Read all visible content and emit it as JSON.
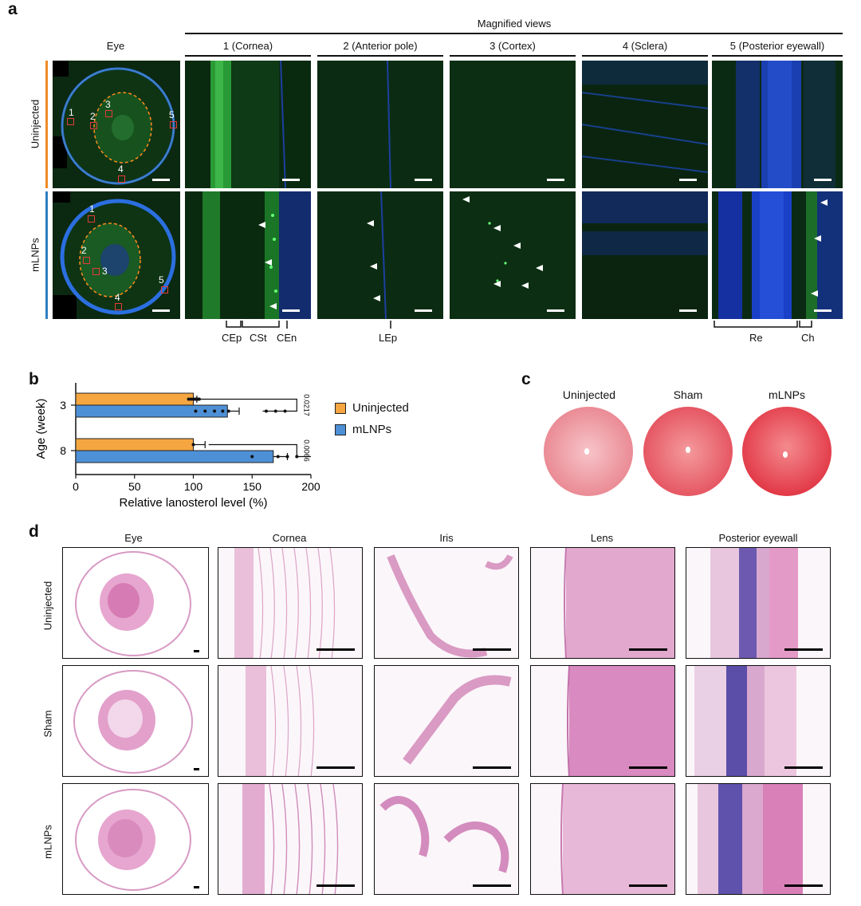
{
  "panel_labels": {
    "a": "a",
    "b": "b",
    "c": "c",
    "d": "d"
  },
  "a": {
    "magnified_title": "Magnified views",
    "columns": [
      "Eye",
      "1 (Cornea)",
      "2 (Anterior pole)",
      "3 (Cortex)",
      "4 (Sclera)",
      "5 (Posterior eyewall)"
    ],
    "rows": [
      "Uninjected",
      "mLNPs"
    ],
    "box_numbers": [
      "1",
      "2",
      "3",
      "4",
      "5"
    ],
    "annotations": [
      "CEp",
      "CSt",
      "CEn",
      "LEp",
      "Re",
      "Ch"
    ],
    "colors": {
      "uninjected": "#f08a24",
      "mlnps": "#2f7fc1",
      "fluor_green": "#1f8a2a",
      "dapi_blue": "#1a3fd0",
      "box_red": "#e23b3b"
    }
  },
  "b": {
    "legend": [
      "Uninjected",
      "mLNPs"
    ],
    "pvalues": [
      "0.0217",
      "0.0066"
    ]
  },
  "chart_data": {
    "type": "bar",
    "orientation": "horizontal",
    "categories": [
      "3",
      "8"
    ],
    "series": [
      {
        "name": "Uninjected",
        "values": [
          100,
          100
        ],
        "errors": [
          3,
          10
        ],
        "color": "#f5a640"
      },
      {
        "name": "mLNPs",
        "values": [
          129,
          168
        ],
        "errors": [
          10,
          12
        ],
        "color": "#4d90d6"
      }
    ],
    "points": {
      "Uninjected": [
        [
          96,
          98,
          100,
          101,
          102,
          103,
          104,
          105
        ],
        [
          100
        ]
      ],
      "mLNPs": [
        [
          102,
          110,
          118,
          125,
          130,
          162,
          170,
          178
        ],
        [
          150,
          172,
          180,
          188
        ]
      ]
    },
    "xlabel": "Relative lanosterol level (%)",
    "ylabel": "Age (week)",
    "xlim": [
      0,
      200
    ],
    "xticks": [
      "0",
      "50",
      "100",
      "150",
      "200"
    ],
    "legend_position": "right"
  },
  "c": {
    "labels": [
      "Uninjected",
      "Sham",
      "mLNPs"
    ]
  },
  "d": {
    "columns": [
      "Eye",
      "Cornea",
      "Iris",
      "Lens",
      "Posterior eyewall"
    ],
    "rows": [
      "Uninjected",
      "Sham",
      "mLNPs"
    ]
  }
}
